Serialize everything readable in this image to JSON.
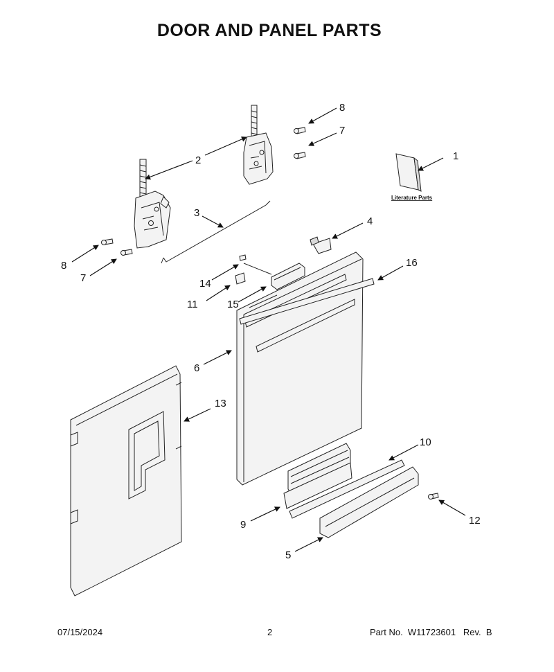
{
  "title": "DOOR AND PANEL PARTS",
  "literature_label": "Literature Parts",
  "callouts": [
    "1",
    "2",
    "3",
    "4",
    "5",
    "6",
    "7",
    "7",
    "8",
    "8",
    "9",
    "10",
    "11",
    "12",
    "13",
    "14",
    "15",
    "16"
  ],
  "footer": {
    "date": "07/15/2024",
    "page": "2",
    "part_no": "Part No.  W11723601   Rev.  B"
  }
}
